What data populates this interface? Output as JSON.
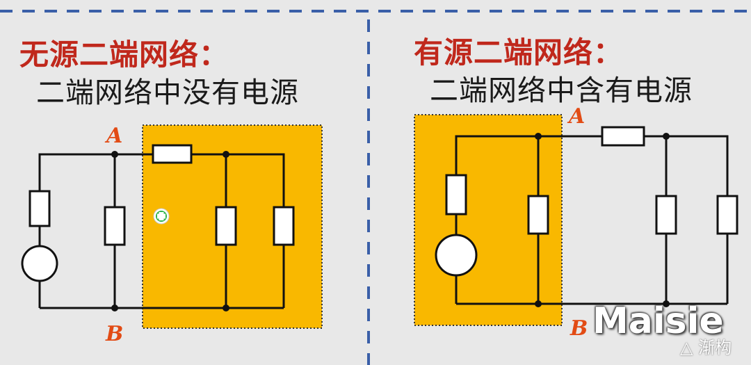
{
  "left_panel": {
    "heading": "无源二端网络：",
    "description": "二端网络中没有电源",
    "terminal_a": "A",
    "terminal_b": "B"
  },
  "right_panel": {
    "heading": "有源二端网络：",
    "description": "二端网络中含有电源",
    "terminal_a": "A",
    "terminal_b": "B"
  },
  "watermark": {
    "logo_text": "Maisie",
    "sub_text": "渐构"
  },
  "colors": {
    "background": "#e8e8e8",
    "heading_red": "#c0281c",
    "terminal_orange": "#e24b14",
    "network_fill": "#f9b800",
    "divider_blue": "#3a5fa8",
    "wire": "#111111",
    "cursor_green": "#2eb34a"
  }
}
